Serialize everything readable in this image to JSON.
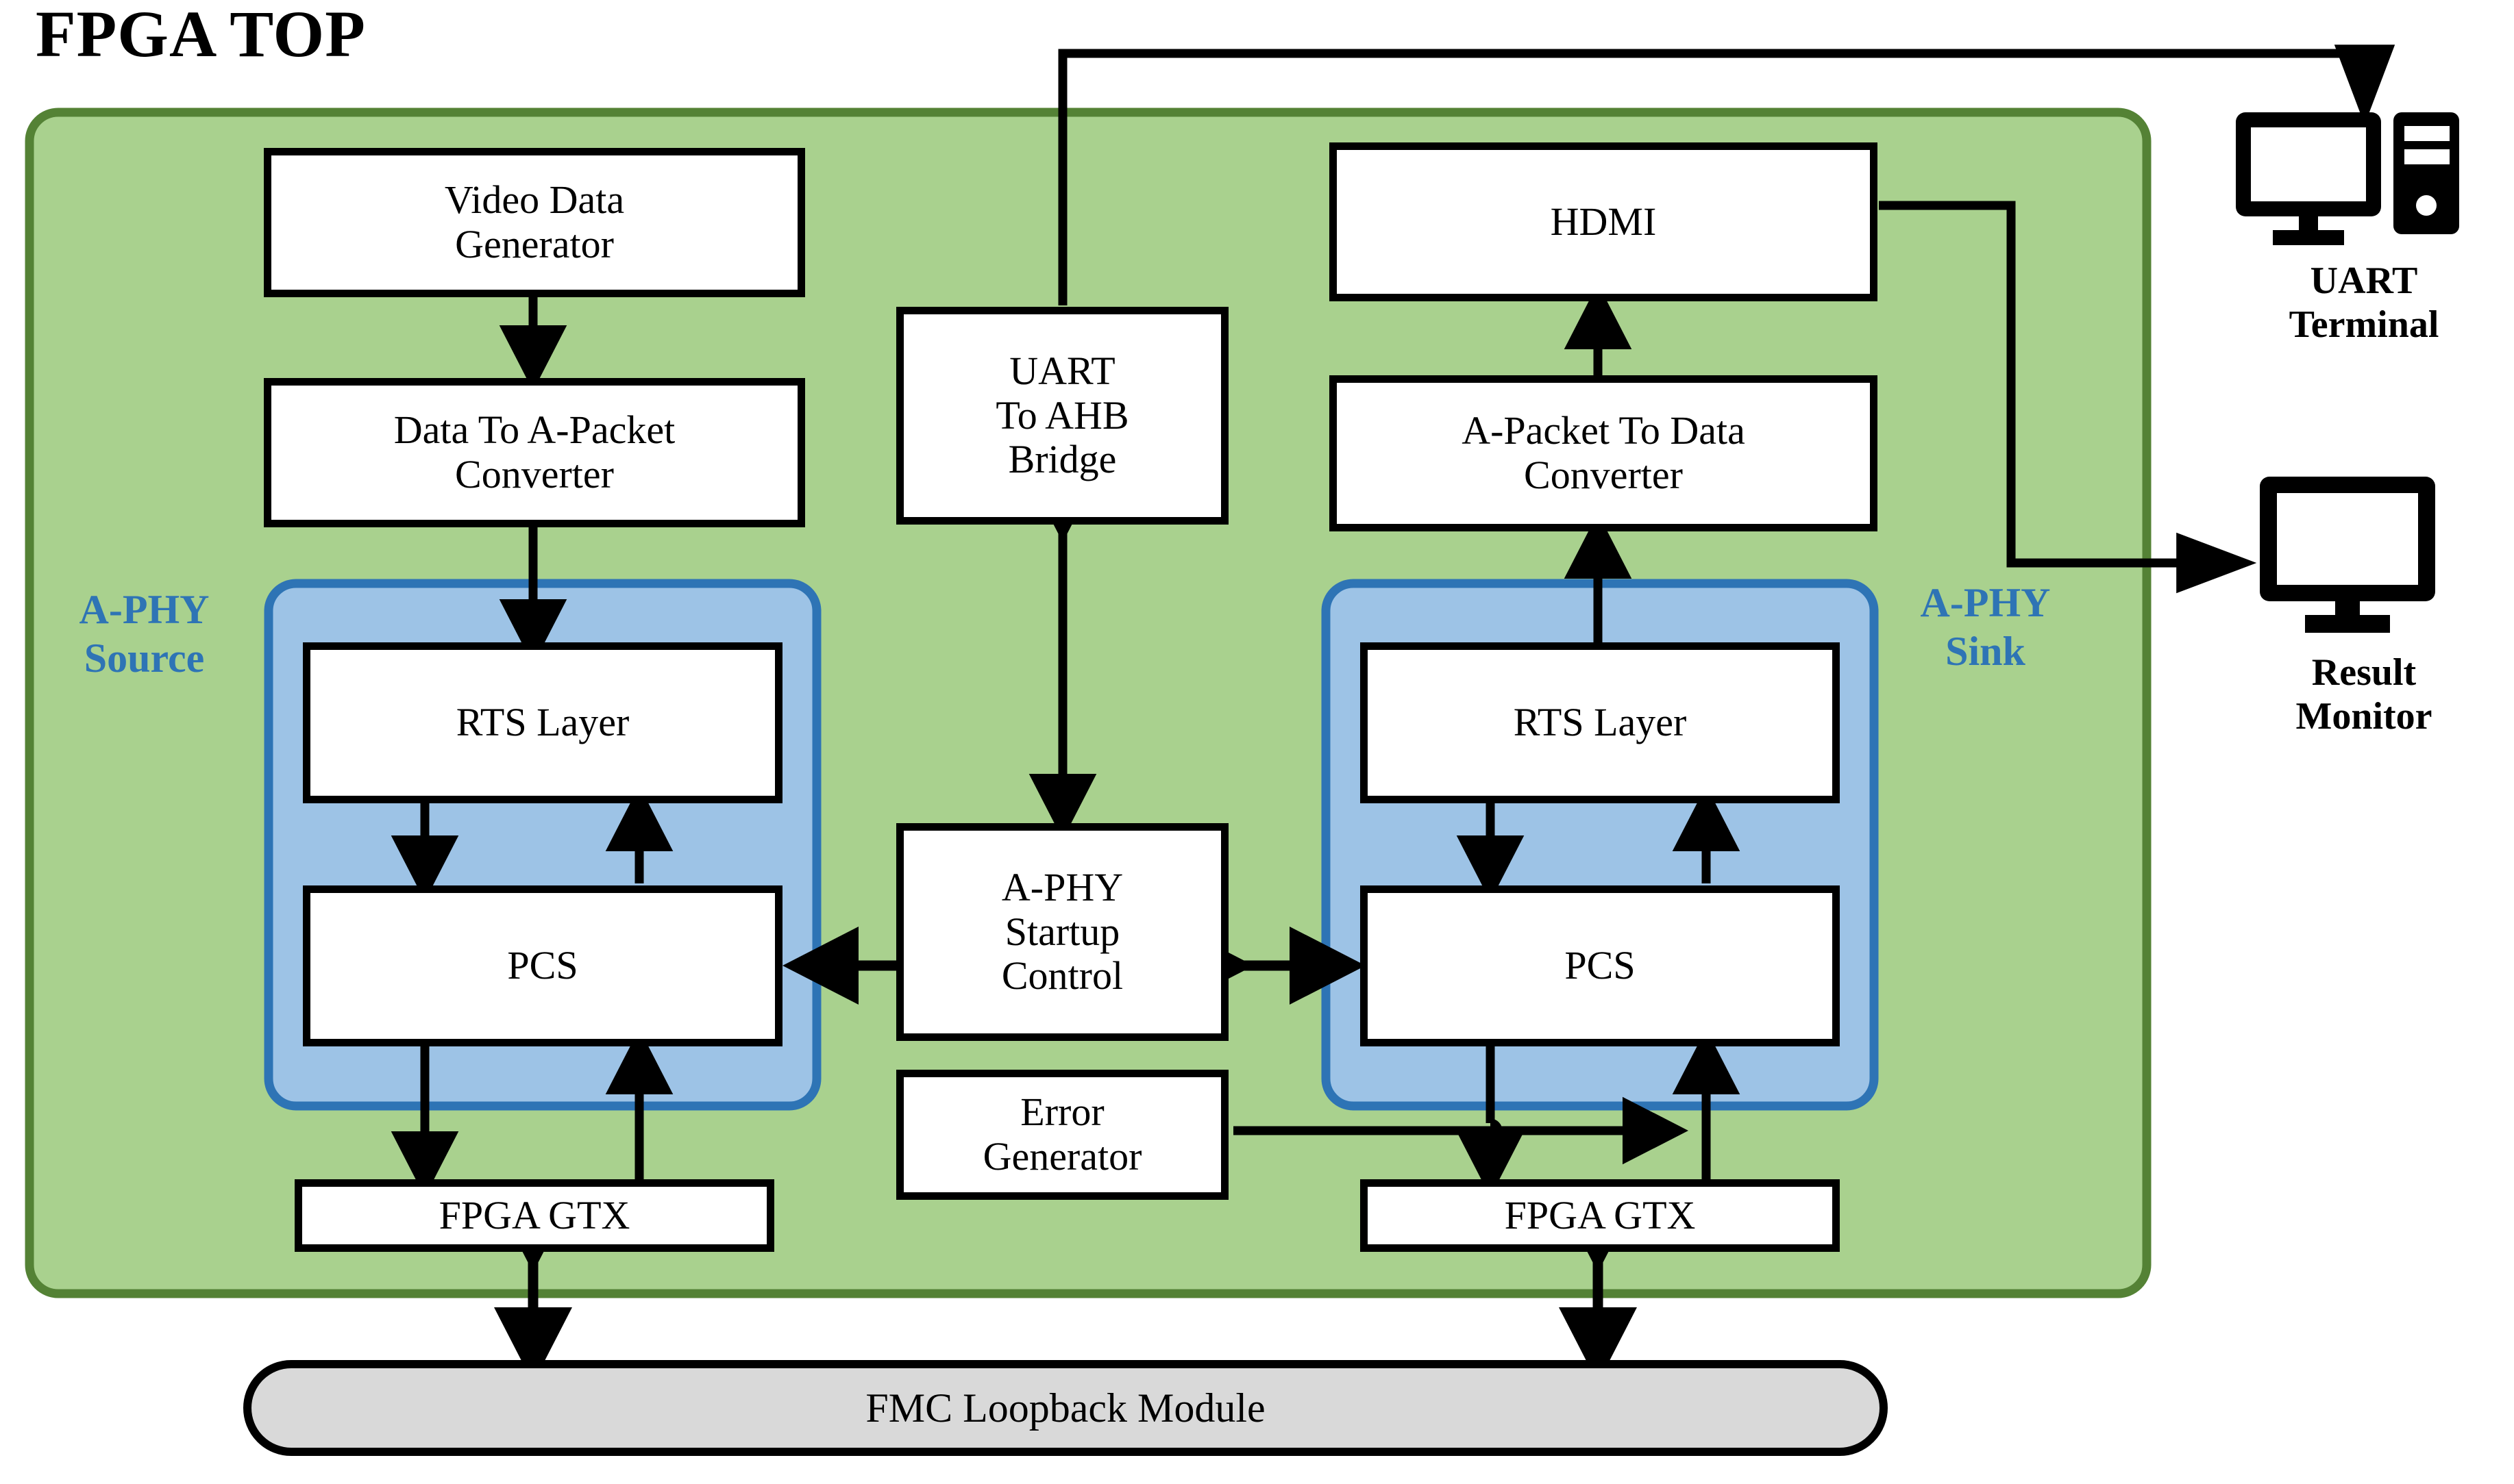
{
  "title": "FPGA TOP",
  "containers": {
    "fpga_top": {
      "label": "FPGA TOP",
      "fill": "#a9d18e",
      "border": "#548235"
    },
    "aphy_source": {
      "label": "A-PHY\nSource",
      "fill": "#9dc3e6",
      "border": "#2e74b5"
    },
    "aphy_sink": {
      "label": "A-PHY\nSink",
      "fill": "#9dc3e6",
      "border": "#2e74b5"
    }
  },
  "blocks": {
    "video_data_generator": "Video Data\nGenerator",
    "data_to_apacket_converter": "Data To A-Packet\nConverter",
    "uart_to_ahb_bridge": "UART\nTo AHB\nBridge",
    "aphy_startup_control": "A-PHY\nStartup\nControl",
    "error_generator": "Error\nGenerator",
    "hdmi": "HDMI",
    "apacket_to_data_converter": "A-Packet To Data\nConverter",
    "rts_layer_source": "RTS Layer",
    "pcs_source": "PCS",
    "rts_layer_sink": "RTS Layer",
    "pcs_sink": "PCS",
    "fpga_gtx_source": "FPGA GTX",
    "fpga_gtx_sink": "FPGA GTX",
    "fmc_loopback_module": "FMC Loopback Module"
  },
  "devices": {
    "uart_terminal": "UART\nTerminal",
    "result_monitor": "Result\nMonitor"
  },
  "colors": {
    "green_fill": "#a9d18e",
    "green_border": "#548235",
    "blue_fill": "#9dc3e6",
    "blue_border": "#2e74b5",
    "grey_fill": "#d9d9d9",
    "line": "#000000",
    "label_blue": "#2e74b5"
  }
}
